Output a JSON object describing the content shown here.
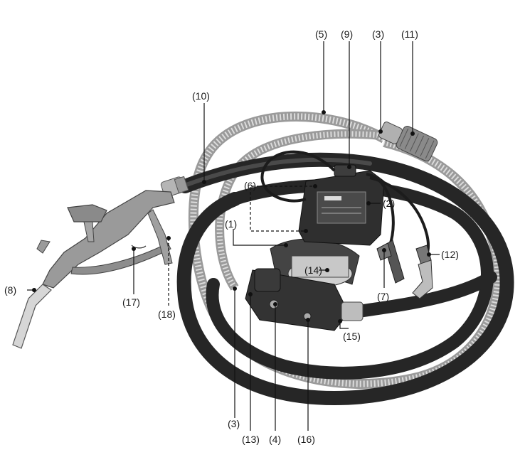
{
  "figure": {
    "callouts": {
      "c1": "(1)",
      "c2": "(2)",
      "c3_top": "(3)",
      "c3_bottom": "(3)",
      "c4": "(4)",
      "c5": "(5)",
      "c6": "(6)",
      "c7": "(7)",
      "c8": "(8)",
      "c9": "(9)",
      "c10": "(10)",
      "c11": "(11)",
      "c12": "(12)",
      "c13": "(13)",
      "c14": "(14)",
      "c15": "(15)",
      "c16": "(16)",
      "c17": "(17)",
      "c18": "(18)"
    },
    "colors": {
      "hose_dark": "#2b2b2b",
      "hose_clear": "#b9b9b9",
      "nozzle": "#8c8c8c",
      "pump_body": "#3a3a3a",
      "metal": "#c8c8c8"
    }
  }
}
